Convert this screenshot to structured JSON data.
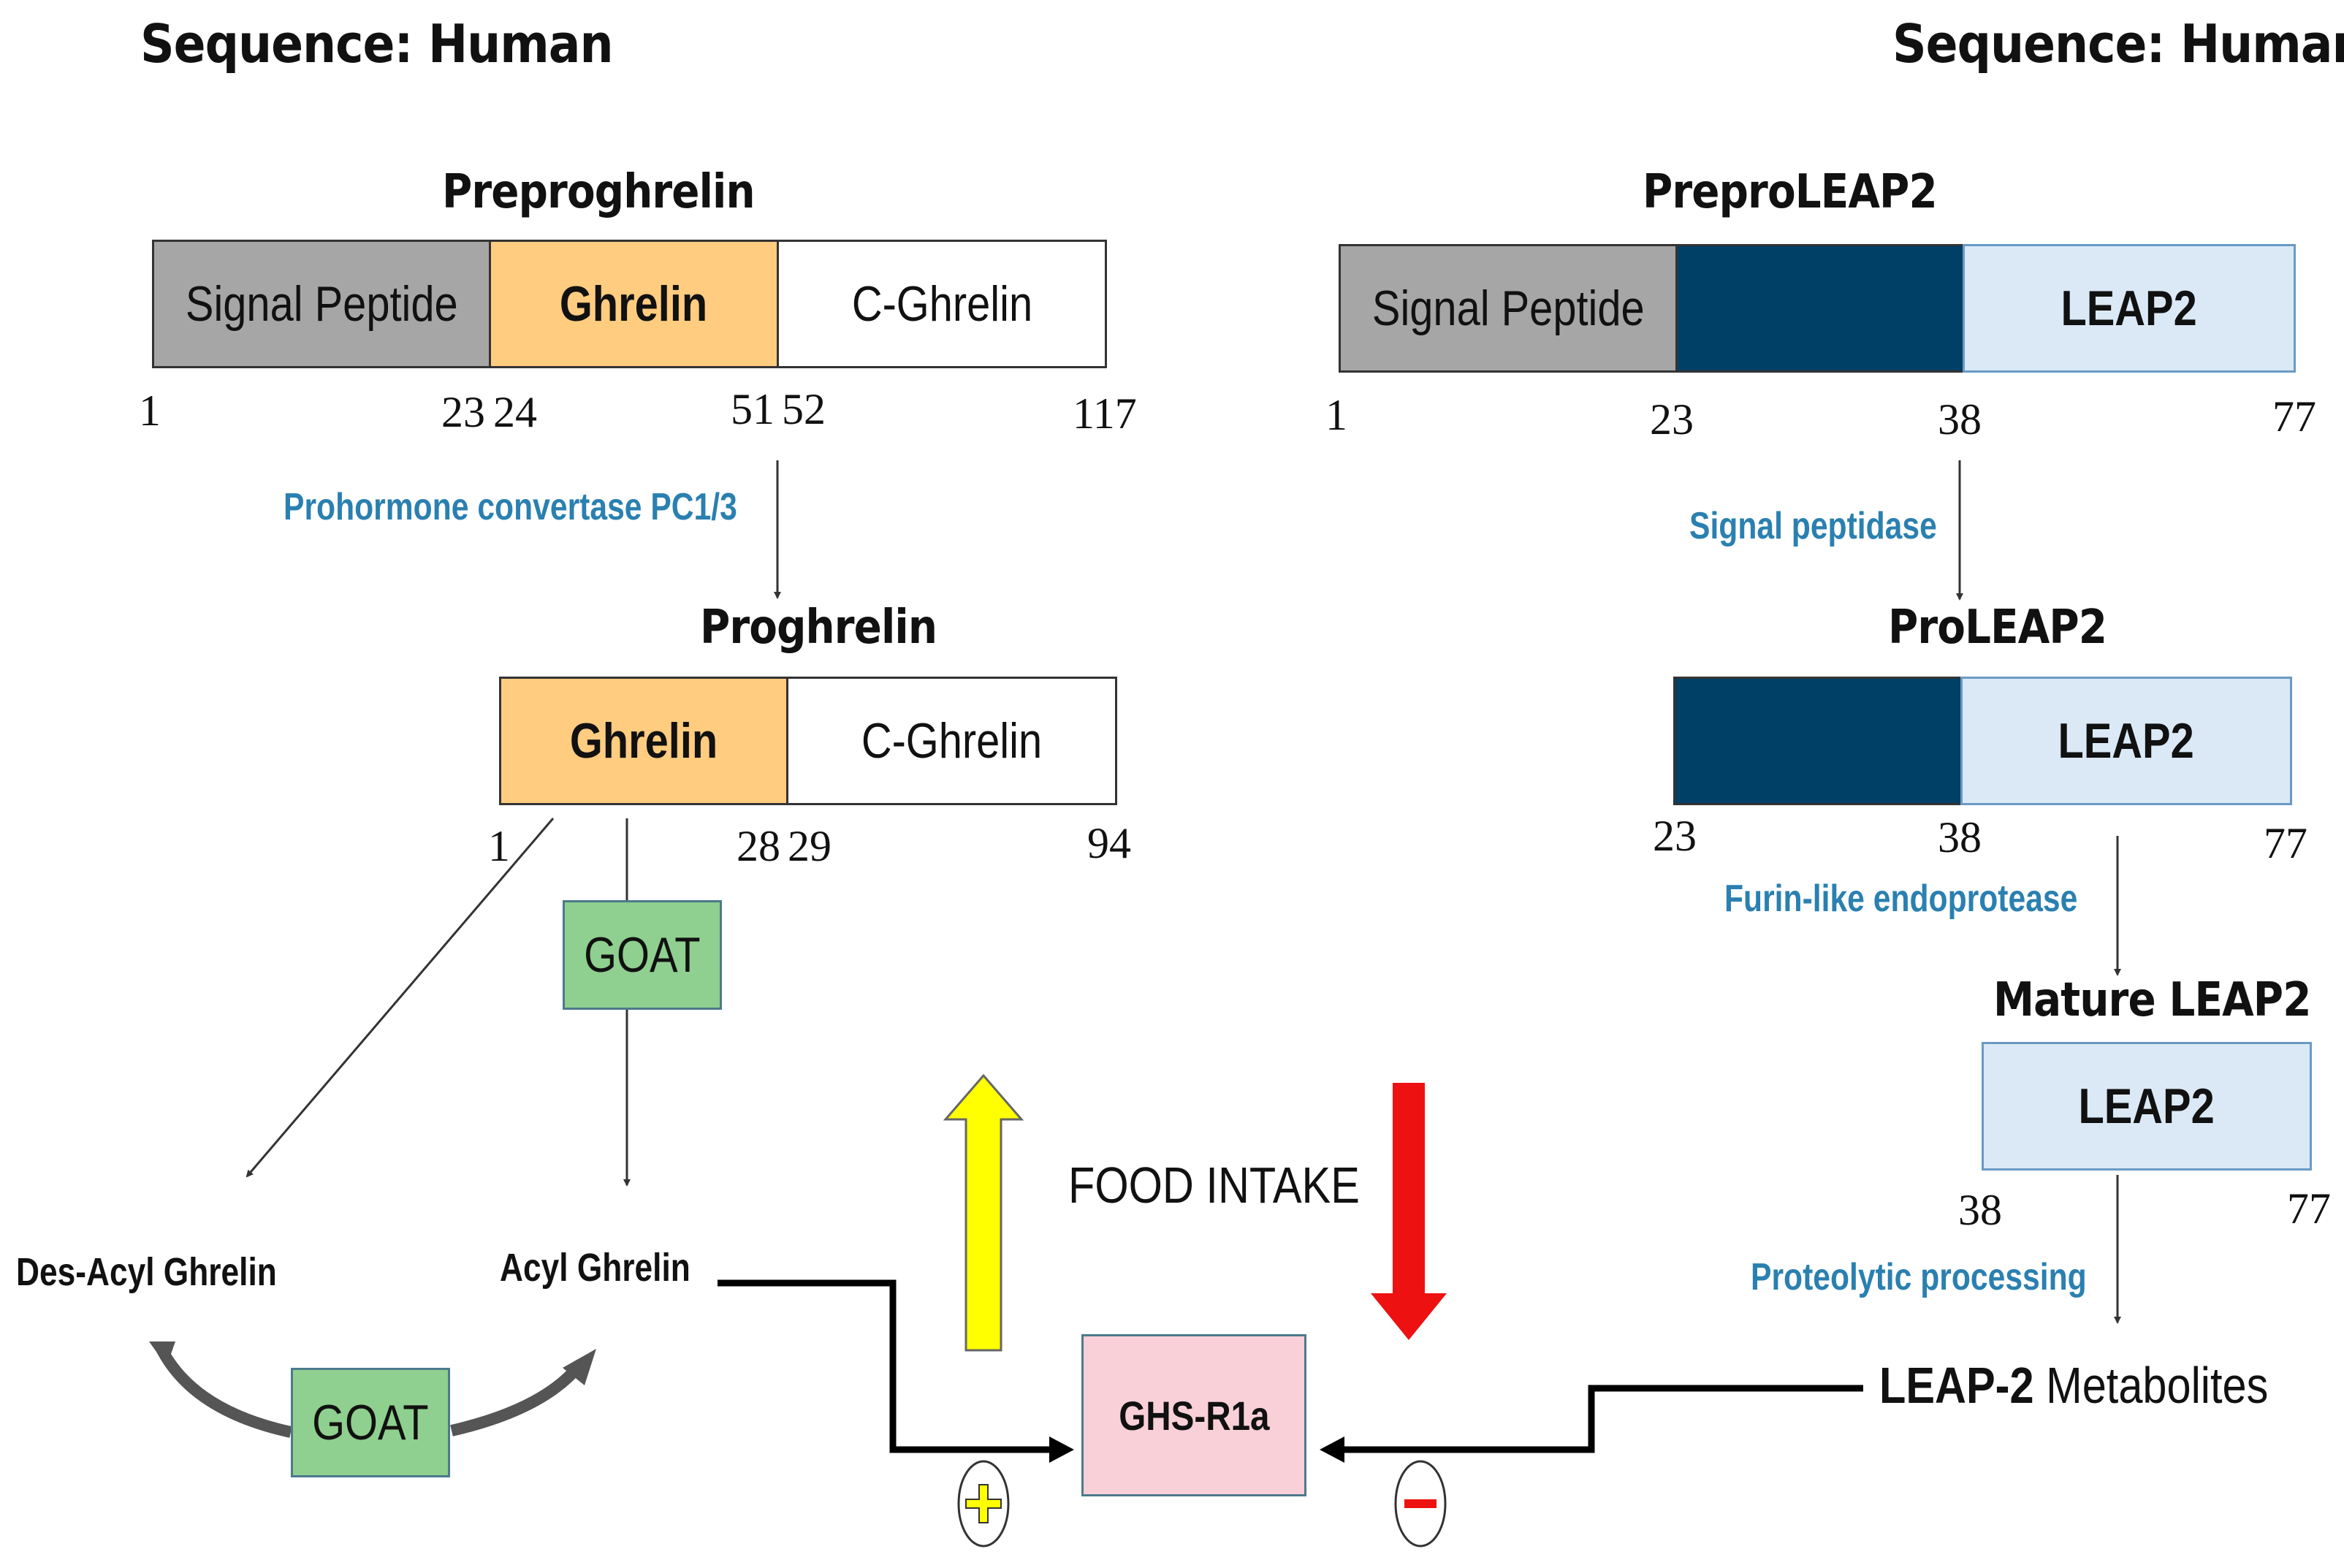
{
  "left": {
    "sequence_header": "Sequence: Human",
    "preproghrelin": {
      "title": "Preproghrelin",
      "segments": [
        "Signal Peptide",
        "Ghrelin",
        "C-Ghrelin"
      ],
      "positions": [
        "1",
        "23",
        "24",
        "51",
        "52",
        "117"
      ]
    },
    "enzyme": "Prohormone convertase PC1/3",
    "proghrelin": {
      "title": "Proghrelin",
      "segments": [
        "Ghrelin",
        "C-Ghrelin"
      ],
      "positions": [
        "1",
        "28",
        "29",
        "94"
      ]
    },
    "goat_top": "GOAT",
    "goat_bottom": "GOAT",
    "des_acyl": "Des-Acyl Ghrelin",
    "acyl": "Acyl Ghrelin"
  },
  "right": {
    "sequence_header": "Sequence: Human",
    "preproleap2": {
      "title": "PreproLEAP2",
      "segments": [
        "Signal Peptide",
        "",
        "LEAP2"
      ],
      "positions": [
        "1",
        "23",
        "38",
        "77"
      ]
    },
    "enzyme1": "Signal peptidase",
    "proleap2": {
      "title": "ProLEAP2",
      "segments": [
        "",
        "LEAP2"
      ],
      "positions": [
        "23",
        "38",
        "77"
      ]
    },
    "enzyme2": "Furin-like endoprotease",
    "mature": {
      "title": "Mature LEAP2",
      "segment": "LEAP2",
      "positions": [
        "38",
        "77"
      ]
    },
    "enzyme3": "Proteolytic processing",
    "metabolites_bold": "LEAP-2",
    "metabolites_rest": " Metabolites"
  },
  "center": {
    "food_intake": "FOOD INTAKE",
    "receptor": "GHS-R1a"
  },
  "colors": {
    "signal_peptide": "#a6a6a6",
    "ghrelin": "#ffcc80",
    "c_ghrelin": "#ffffff",
    "pro_dark": "#004066",
    "leap2": "#dbe9f6",
    "goat": "#8fcf8f",
    "receptor": "#f9d0d8",
    "enzyme_text": "#2a80b0",
    "up_arrow": "#ffff00",
    "down_arrow": "#ee1111"
  }
}
